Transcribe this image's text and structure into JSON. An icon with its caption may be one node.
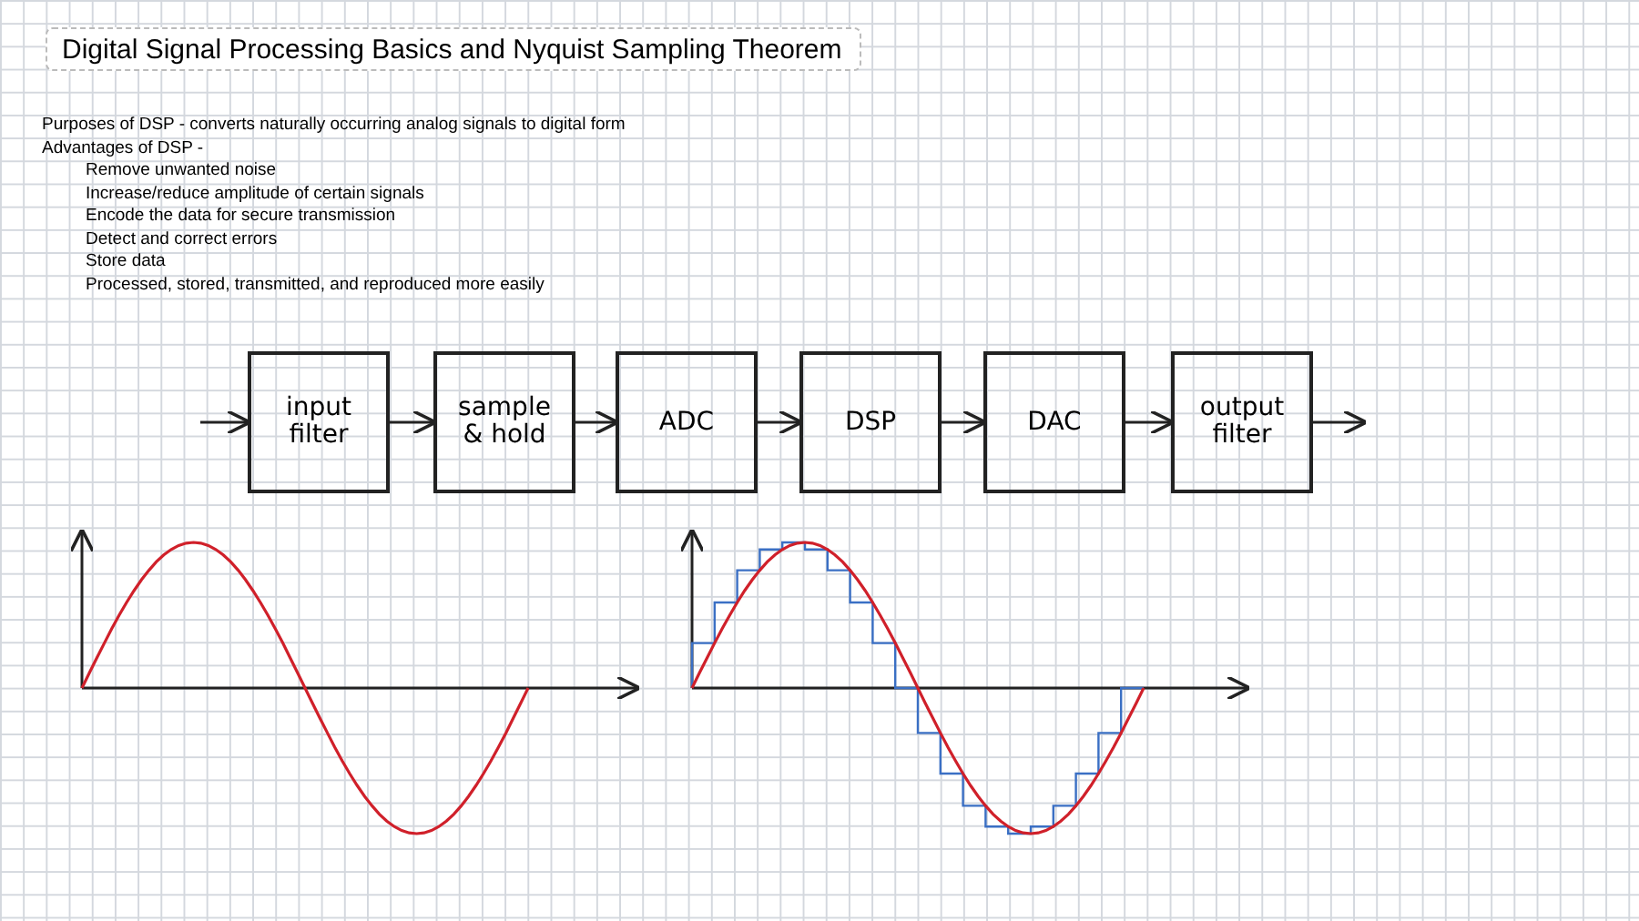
{
  "diagram": {
    "title": "Digital Signal Processing Basics and Nyquist Sampling Theorem",
    "nodes": [
      {
        "text": [
          "input filter"
        ]
      },
      {
        "text": [
          "sample & hold"
        ]
      },
      {
        "text": [
          "ADC"
        ]
      },
      {
        "text": [
          "DSP"
        ]
      },
      {
        "text": [
          "DAC"
        ]
      },
      {
        "text": [
          "output filter"
        ]
      }
    ],
    "edges": [
      {
        "from": null,
        "to": 0,
        "arrow": "to"
      },
      {
        "from": 0,
        "to": 1,
        "arrow": "to"
      },
      {
        "from": 1,
        "to": 2,
        "arrow": "to"
      },
      {
        "from": 2,
        "to": 3,
        "arrow": "to"
      },
      {
        "from": 3,
        "to": 4,
        "arrow": "to"
      },
      {
        "from": 4,
        "to": 5,
        "arrow": "to"
      },
      {
        "from": 5,
        "to": null,
        "arrow": "to"
      }
    ],
    "labels": [
      "Purposes of DSP - converts naturally occurring analog signals to digital form",
      "Advantages of DSP -",
      "Remove unwanted noise",
      "Increase/reduce amplitude of certain signals",
      "Encode the data for secure transmission",
      "Detect and correct errors",
      "Store data",
      "Processed, stored, transmitted, and reproduced more easily"
    ]
  }
}
